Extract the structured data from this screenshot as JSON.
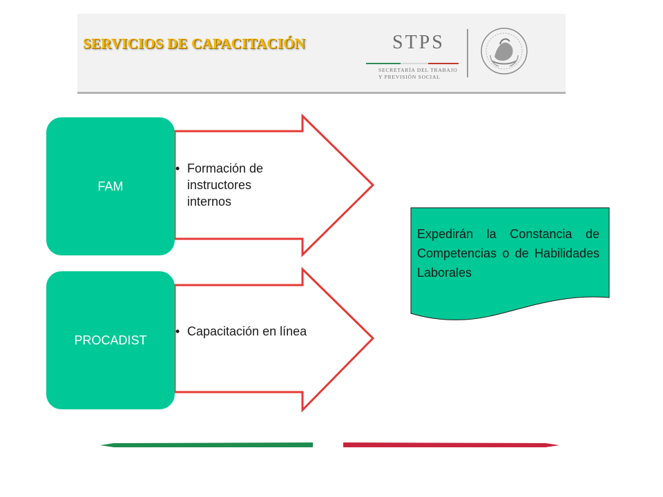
{
  "header": {
    "title": "SERVICIOS DE CAPACITACIÓN",
    "logo": {
      "acronym": "STPS",
      "line1": "SECRETARÍA DEL TRABAJO",
      "line2": "Y PREVISIÓN SOCIAL"
    },
    "seal_icon": "mexico-national-seal-icon"
  },
  "programs": [
    {
      "label": "FAM",
      "description": "Formación de instructores internos"
    },
    {
      "label": "PROCADIST",
      "description": "Capacitación en línea"
    }
  ],
  "note": {
    "text": "Expedirán la Constancia de Competencias o de Habilidades Laborales"
  },
  "colors": {
    "block": "#00c896",
    "arrow_outline": "#e53935",
    "note_fill": "#00c896",
    "title": "#f2b705",
    "footer_green": "#1e8c4e",
    "footer_red": "#c8243e"
  }
}
